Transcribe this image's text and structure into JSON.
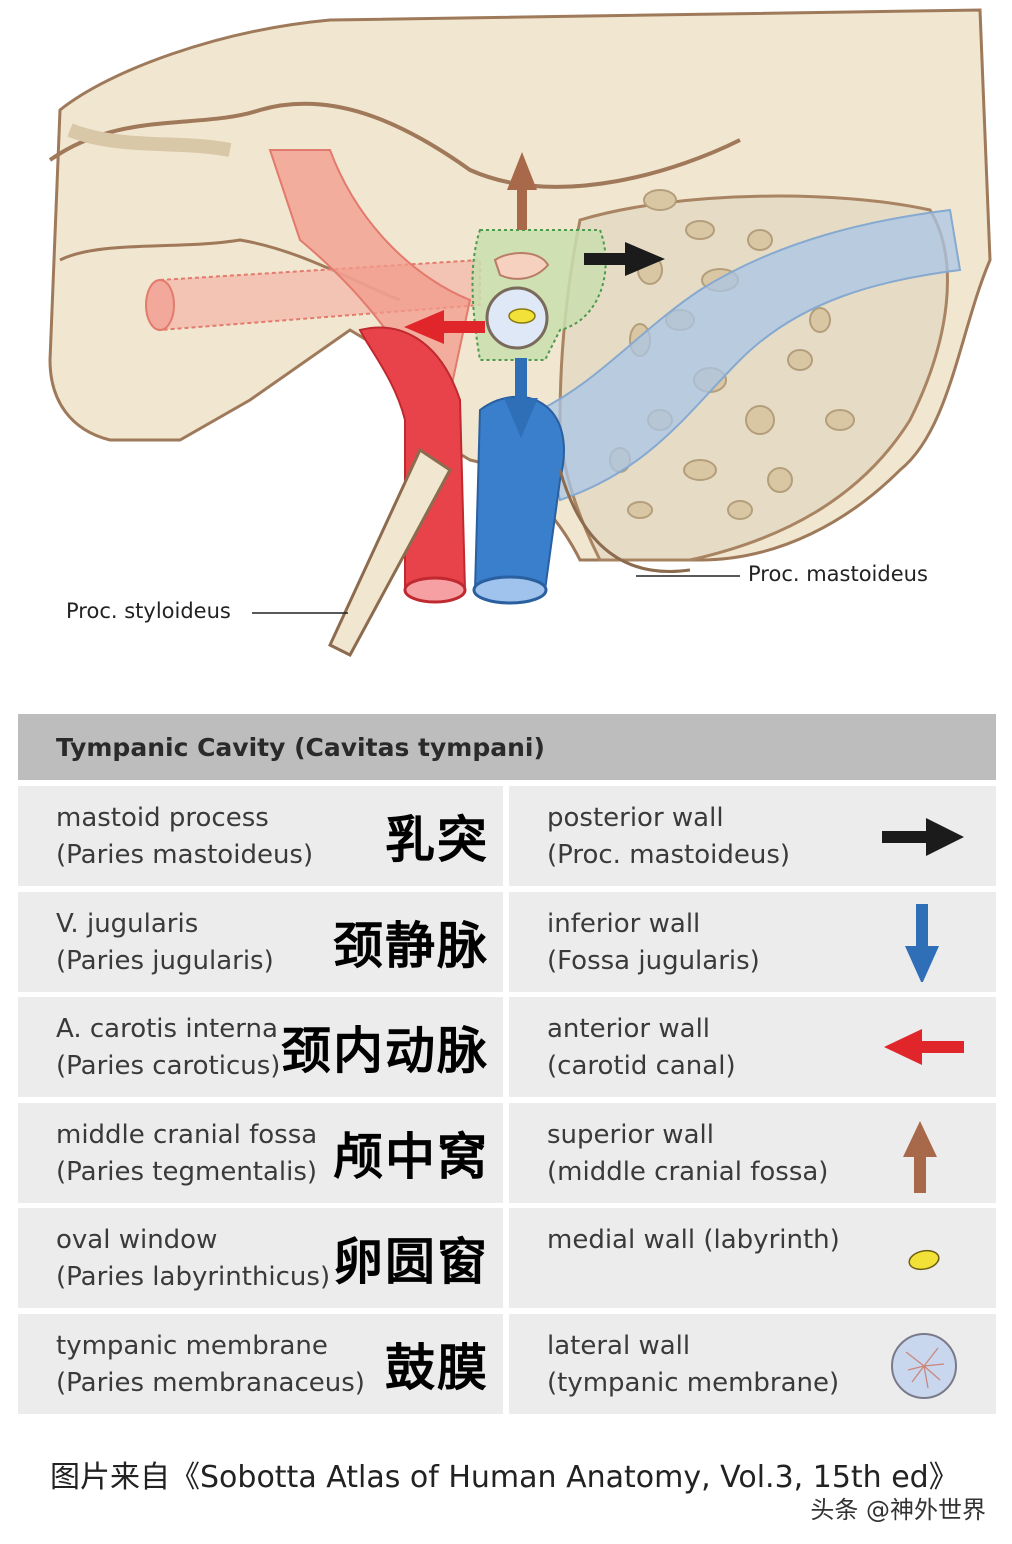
{
  "illustration": {
    "callouts": {
      "styloid": "Proc. styloideus",
      "mastoid": "Proc. mastoideus"
    }
  },
  "table": {
    "title": "Tympanic Cavity (Cavitas tympani)",
    "rows": [
      {
        "left_en": [
          "mastoid process",
          "(Paries mastoideus)"
        ],
        "left_cn": "乳突",
        "right_en": [
          "posterior wall",
          "(Proc. mastoideus)"
        ],
        "symbol": "black-arrow-right",
        "color": "#1b1b1b"
      },
      {
        "left_en": [
          "V. jugularis",
          "(Paries jugularis)"
        ],
        "left_cn": "颈静脉",
        "right_en": [
          "inferior wall",
          "(Fossa jugularis)"
        ],
        "symbol": "blue-arrow-down",
        "color": "#2f6fb8"
      },
      {
        "left_en": [
          "A. carotis interna",
          "(Paries caroticus)"
        ],
        "left_cn": "颈内动脉",
        "right_en": [
          "anterior wall",
          "(carotid canal)"
        ],
        "symbol": "red-arrow-left",
        "color": "#e0262b"
      },
      {
        "left_en": [
          "middle cranial fossa",
          "(Paries tegmentalis)"
        ],
        "left_cn": "颅中窝",
        "right_en": [
          "superior wall",
          "(middle cranial fossa)"
        ],
        "symbol": "brown-arrow-up",
        "color": "#a8694a"
      },
      {
        "left_en": [
          "oval window",
          "(Paries labyrinthicus)"
        ],
        "left_cn": "卵圆窗",
        "right_en": [
          "medial wall (labyrinth)",
          ""
        ],
        "symbol": "yellow-oval",
        "color": "#f2e238"
      },
      {
        "left_en": [
          "tympanic membrane",
          "(Paries membranaceus)"
        ],
        "left_cn": "鼓膜",
        "right_en": [
          "lateral wall",
          "(tympanic membrane)"
        ],
        "symbol": "tympanic-membrane",
        "color": "#c9d7ee"
      }
    ]
  },
  "footer": {
    "source": "图片来自《Sobotta Atlas of Human Anatomy, Vol.3, 15th ed》",
    "watermark": "头条 @神外世界"
  }
}
